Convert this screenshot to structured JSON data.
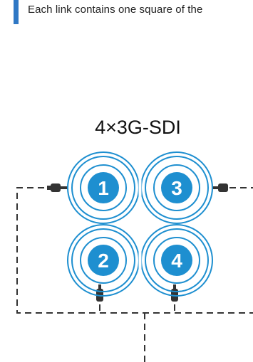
{
  "note": {
    "text": "Each link contains one square of the",
    "accent_color": "#2f78c5"
  },
  "diagram": {
    "title": "4×3G-SDI",
    "connectors": [
      {
        "id": "1",
        "label": "1"
      },
      {
        "id": "2",
        "label": "2"
      },
      {
        "id": "3",
        "label": "3"
      },
      {
        "id": "4",
        "label": "4"
      }
    ],
    "connector_color": "#1e8fd0",
    "line_color": "#333333"
  }
}
